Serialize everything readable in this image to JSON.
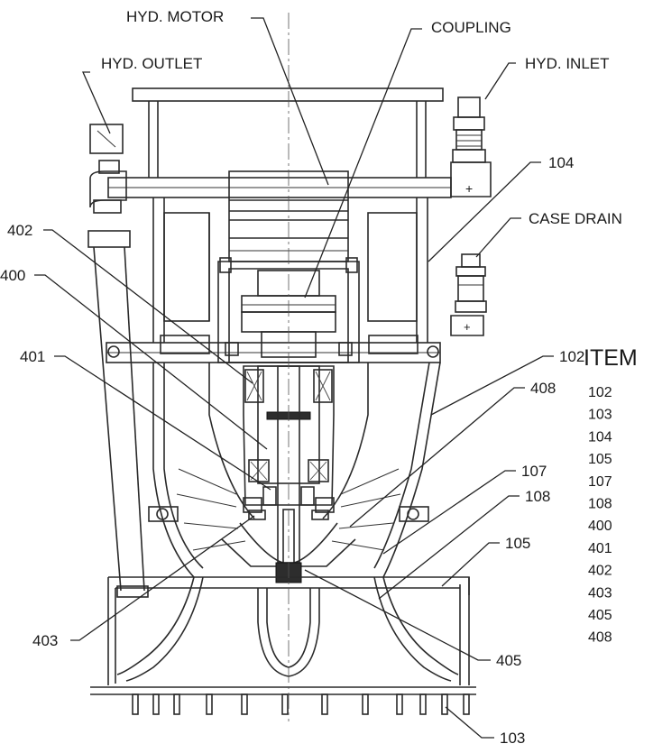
{
  "callouts": {
    "hyd_motor": "HYD. MOTOR",
    "coupling": "COUPLING",
    "hyd_outlet": "HYD. OUTLET",
    "hyd_inlet": "HYD. INLET",
    "case_drain": "CASE DRAIN",
    "n104": "104",
    "n402": "402",
    "n400": "400",
    "n401": "401",
    "n102": "102",
    "n408": "408",
    "n107": "107",
    "n108": "108",
    "n105": "105",
    "n403": "403",
    "n405": "405",
    "n103": "103"
  },
  "item_list": {
    "header": "ITEM",
    "items": [
      "102",
      "103",
      "104",
      "105",
      "107",
      "108",
      "400",
      "401",
      "402",
      "403",
      "405",
      "408"
    ]
  },
  "fitting_marks": {
    "inlet_plus": "+",
    "drain_plus": "+"
  }
}
